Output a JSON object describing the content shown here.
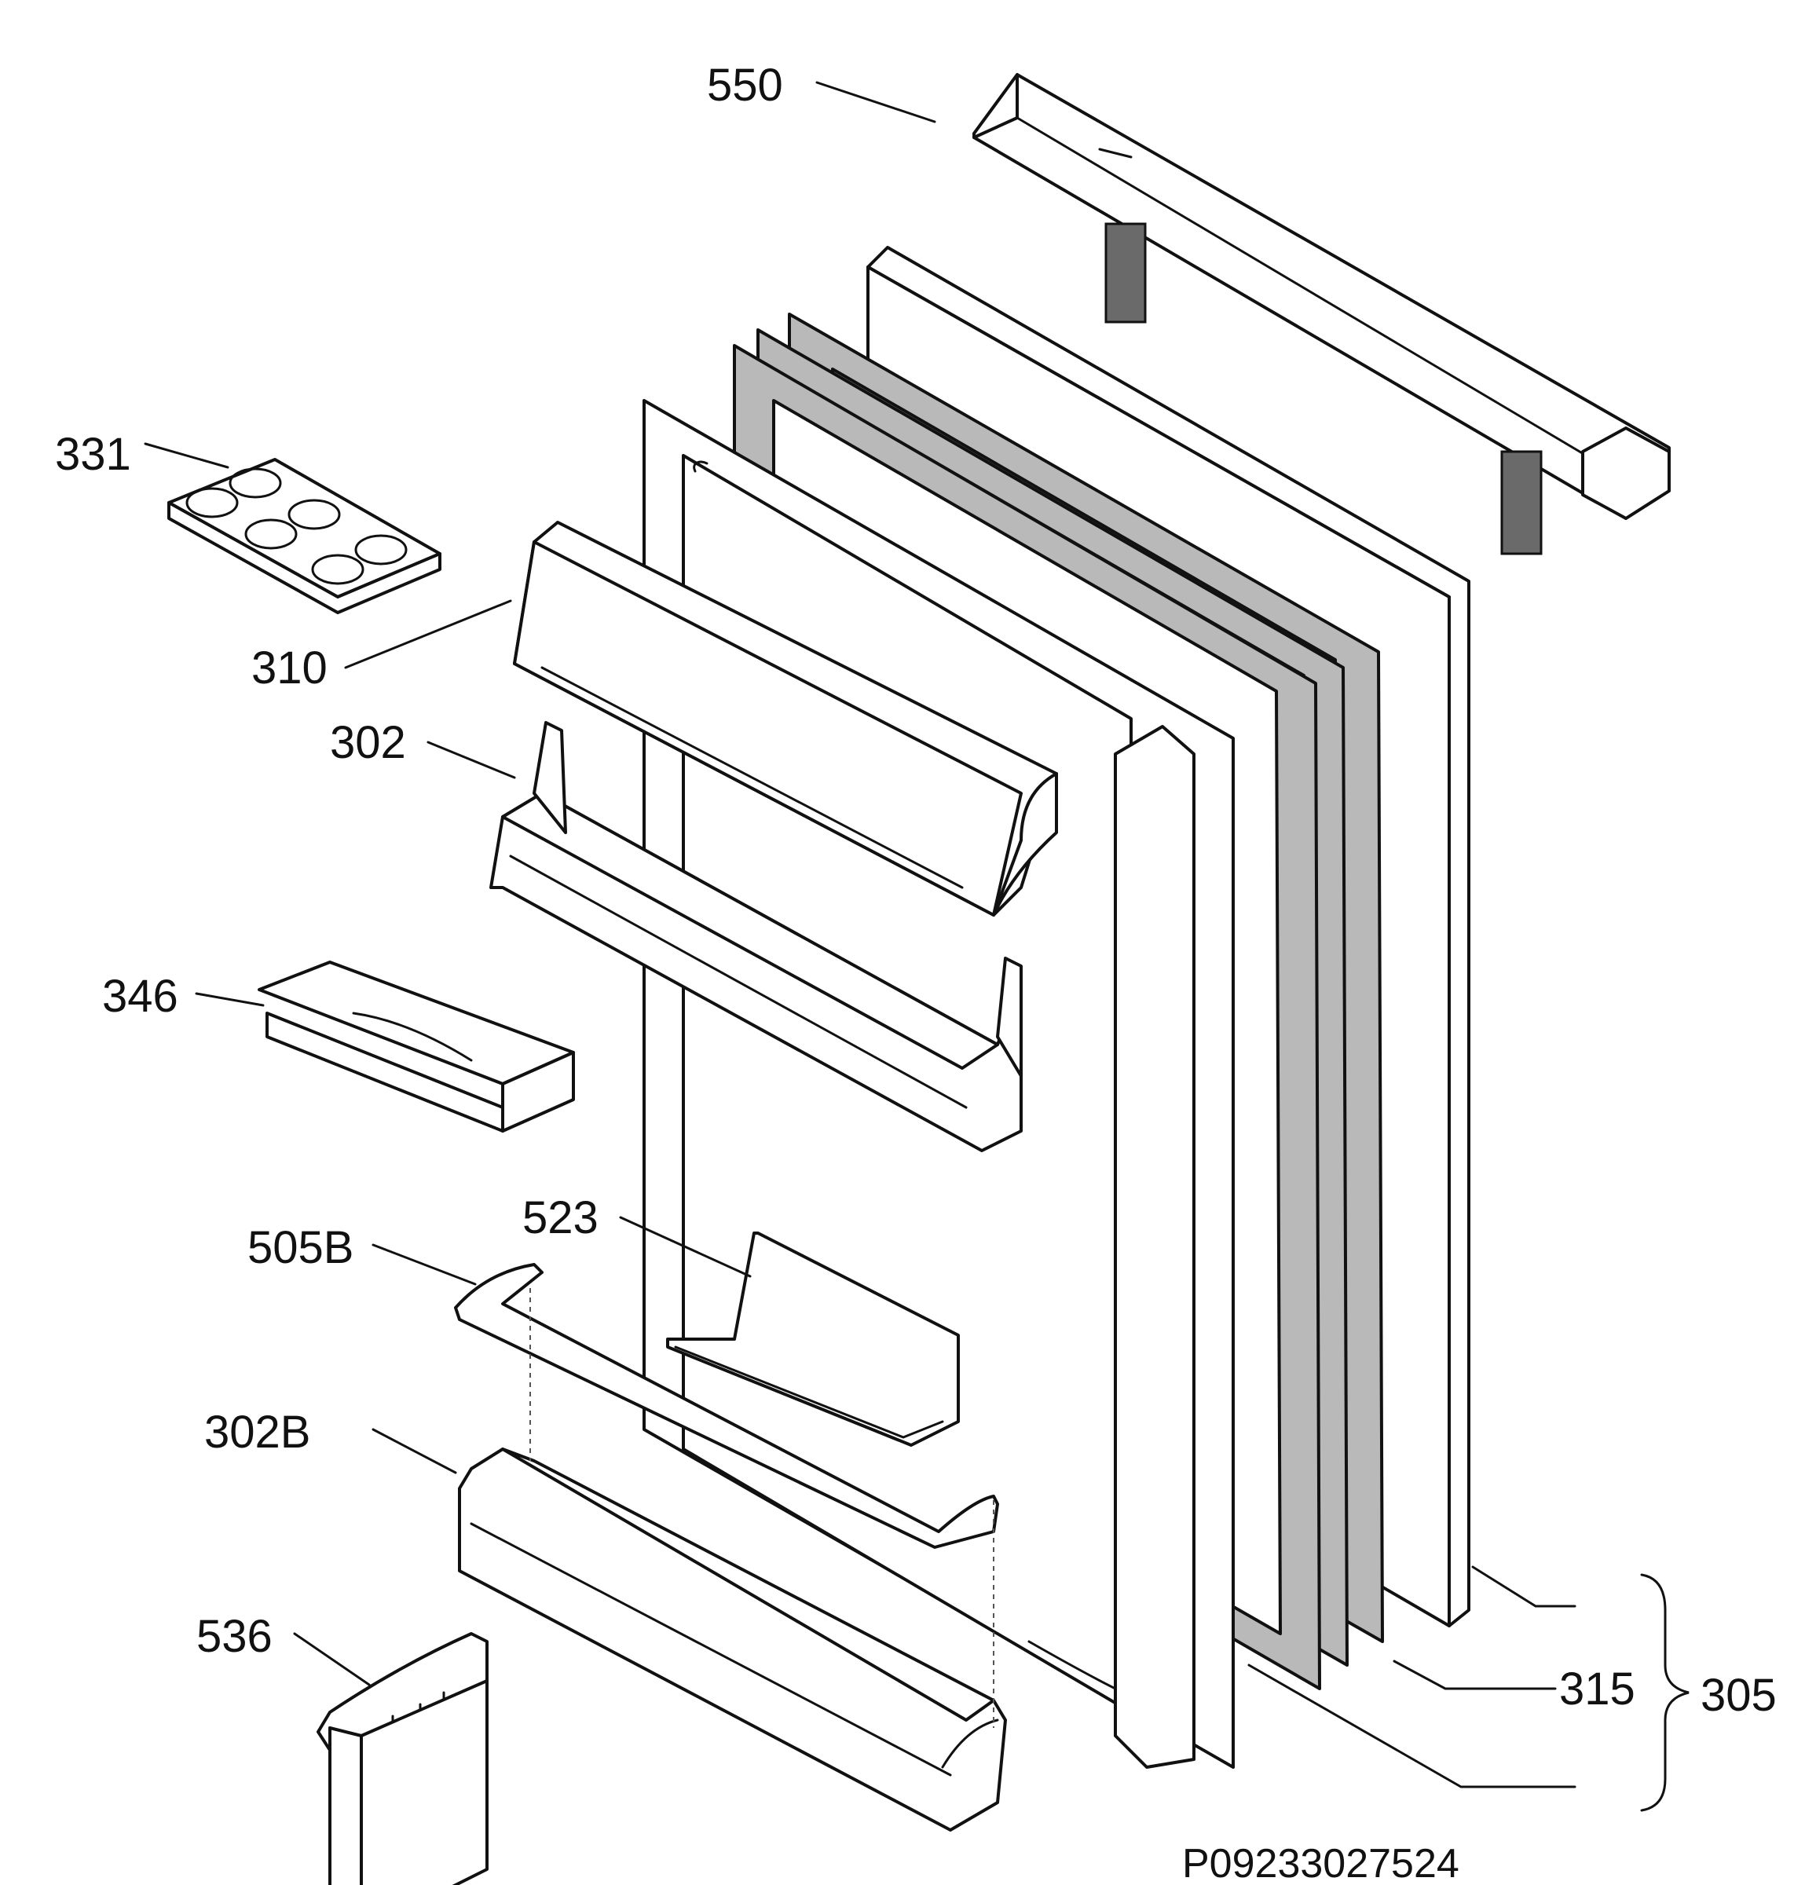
{
  "diagram": {
    "reference_code": "P09233027524",
    "callouts": [
      {
        "id": "550",
        "label": "550"
      },
      {
        "id": "331",
        "label": "331"
      },
      {
        "id": "310",
        "label": "310"
      },
      {
        "id": "302",
        "label": "302"
      },
      {
        "id": "346",
        "label": "346"
      },
      {
        "id": "523",
        "label": "523"
      },
      {
        "id": "505b",
        "label": "505B"
      },
      {
        "id": "302b",
        "label": "302B"
      },
      {
        "id": "536",
        "label": "536"
      },
      {
        "id": "315",
        "label": "315"
      },
      {
        "id": "305",
        "label": "305"
      }
    ]
  }
}
